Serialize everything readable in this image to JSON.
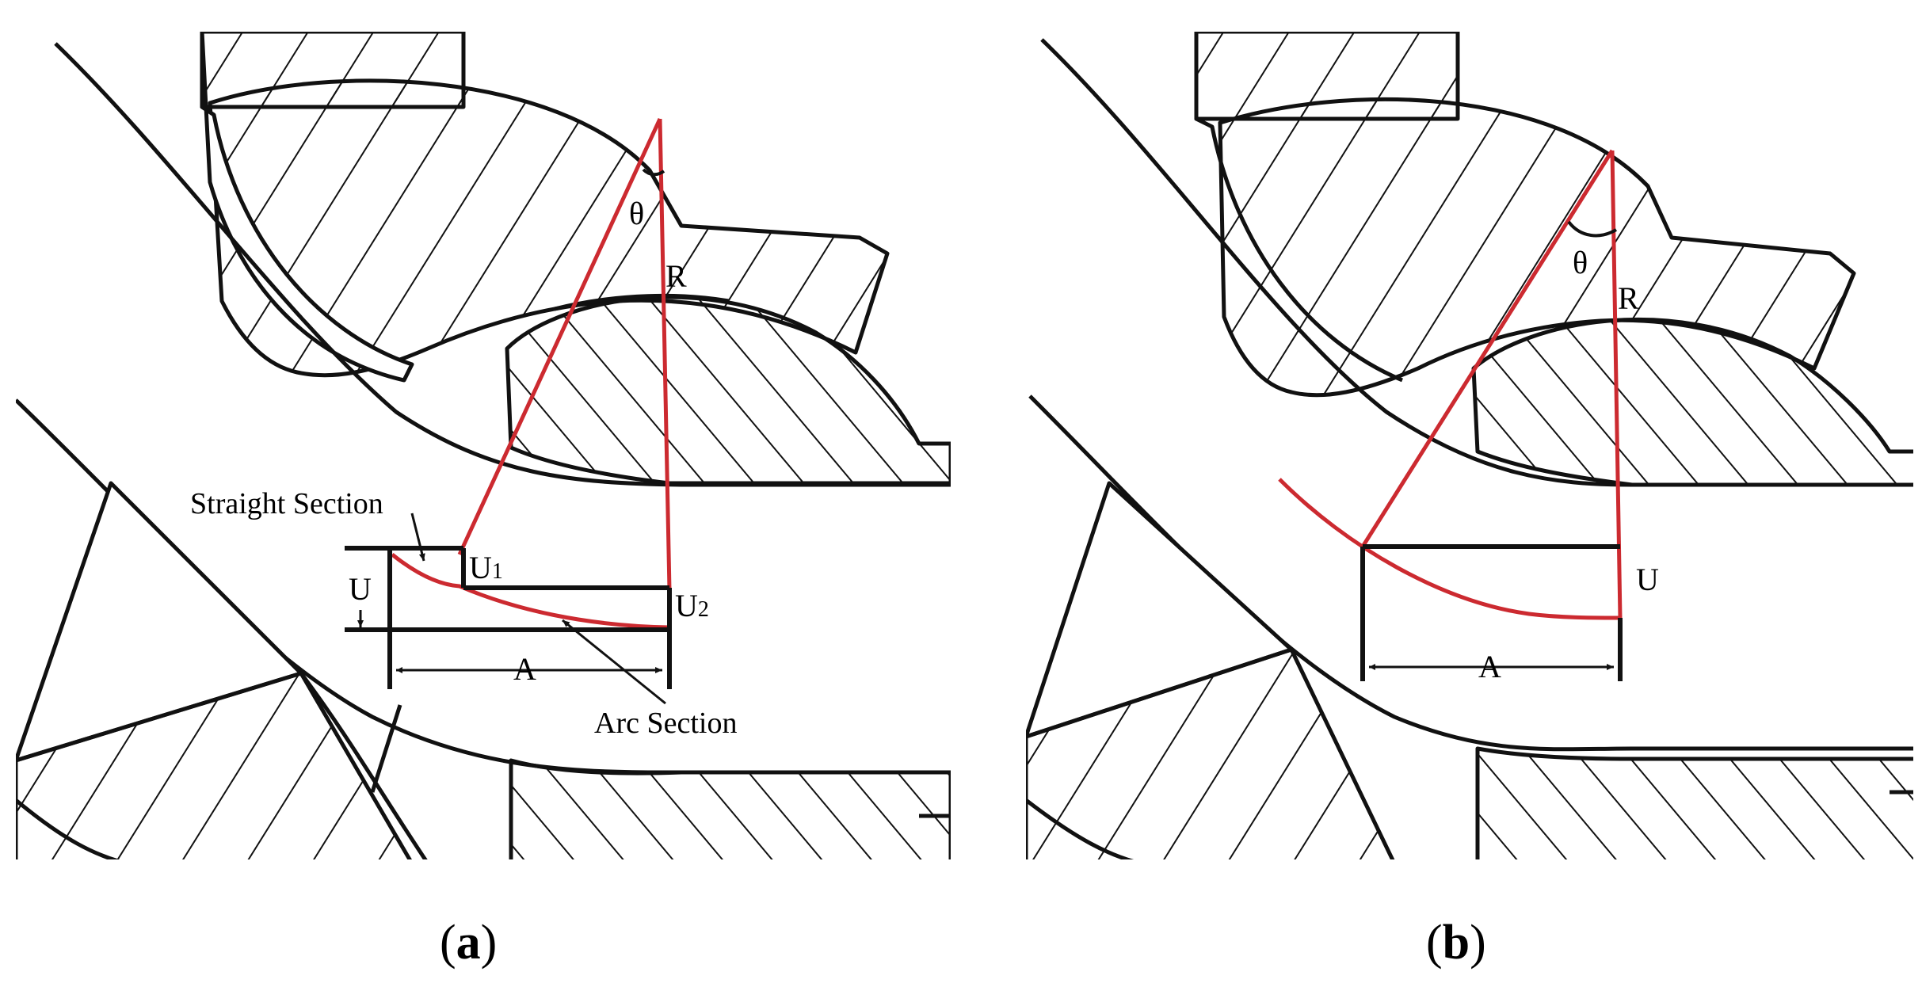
{
  "panels": [
    {
      "id": "a",
      "caption": {
        "open": "(",
        "letter": "a",
        "close": ")"
      },
      "labels": {
        "theta": "θ",
        "radius": "R",
        "straight_section": "Straight Section",
        "arc_section": "Arc Section",
        "u": "U",
        "u1_main": "U",
        "u1_sub": "1",
        "u2_main": "U",
        "u2_sub": "2",
        "a": "A"
      }
    },
    {
      "id": "b",
      "caption": {
        "open": "(",
        "letter": "b",
        "close": ")"
      },
      "labels": {
        "theta": "θ",
        "radius": "R",
        "u": "U",
        "a": "A"
      }
    }
  ],
  "colors": {
    "outline": "#111111",
    "construction": "#cc2a30",
    "background": "#ffffff"
  }
}
